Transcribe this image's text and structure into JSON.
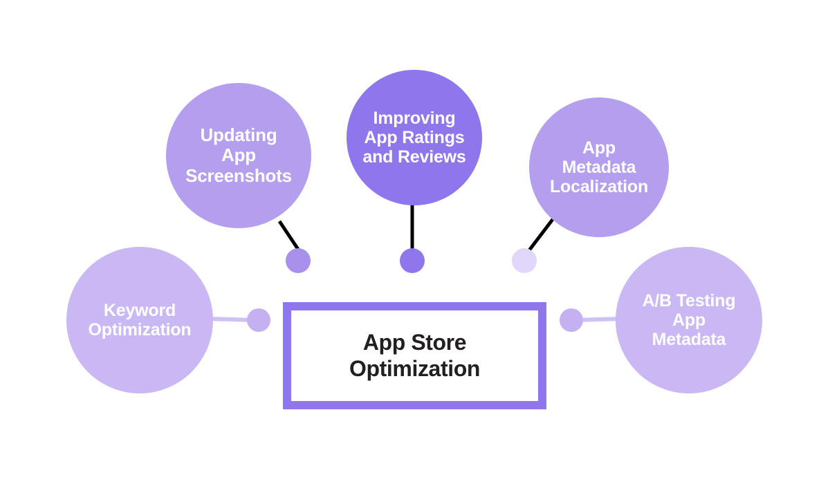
{
  "diagram": {
    "type": "bubble-map",
    "background_color": "#ffffff",
    "center": {
      "title": "App Store\nOptimization",
      "title_line_1": "App Store",
      "title_line_2": "Optimization",
      "border_color": "#8f76ec",
      "fill_color": "#ffffff",
      "text_color": "#231f20"
    },
    "nodes": [
      {
        "id": "updating-app-screenshots",
        "label": "Updating\nApp\nScreenshots",
        "color": "#b49fef",
        "dot_color": "#a791ec",
        "connector_color": "#000000",
        "position": "top-left"
      },
      {
        "id": "improving-app-ratings",
        "label": "Improving\nApp Ratings\nand Reviews",
        "color": "#8f76ec",
        "dot_color": "#8f76ec",
        "connector_color": "#000000",
        "position": "top-center",
        "highlighted": true
      },
      {
        "id": "app-metadata-localization",
        "label": "App\nMetadata\nLocalization",
        "color": "#b49fef",
        "dot_color": "#e0d7fa",
        "connector_color": "#000000",
        "position": "top-right"
      },
      {
        "id": "keyword-optimization",
        "label": "Keyword\nOptimization",
        "color": "#c9b8f4",
        "dot_color": "#c3b1f2",
        "connector_color": "#cfc0f6",
        "position": "left"
      },
      {
        "id": "ab-testing-app-metadata",
        "label": "A/B Testing\nApp\nMetadata",
        "color": "#c9b8f4",
        "dot_color": "#c3b1f2",
        "connector_color": "#cfc0f6",
        "position": "right"
      }
    ]
  }
}
